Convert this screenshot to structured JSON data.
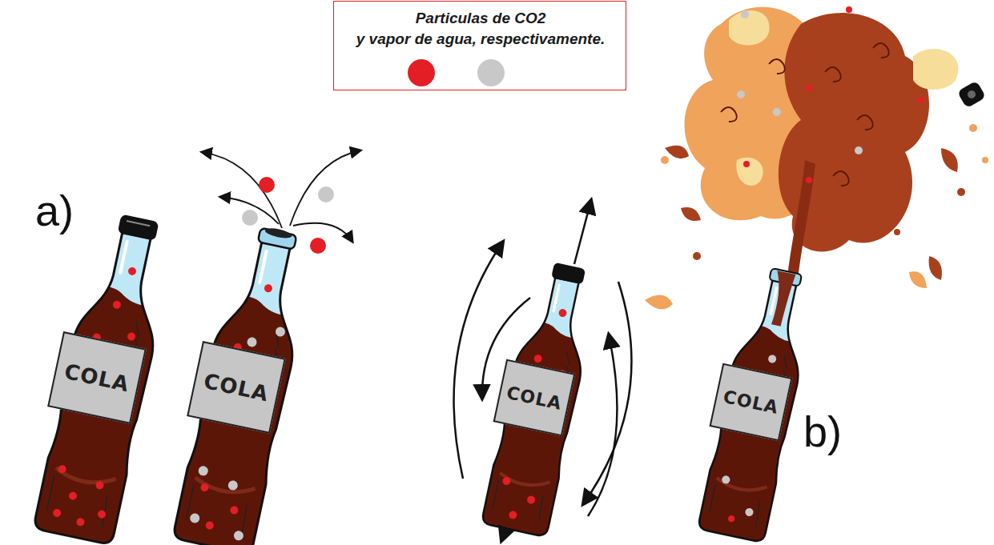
{
  "diagram": {
    "nodes": [
      {
        "text": [
          "COLA"
        ]
      },
      {
        "text": [
          "COLA"
        ]
      },
      {
        "text": [
          "COLA"
        ]
      },
      {
        "text": [
          "COLA"
        ]
      }
    ],
    "labels": [
      "a)",
      "b)"
    ],
    "legend": [
      {
        "text": "Particulas de CO2",
        "color": "#e31e24"
      },
      {
        "text": "y vapor de agua, respectivamente.",
        "color": "#c8c8c8"
      }
    ]
  }
}
